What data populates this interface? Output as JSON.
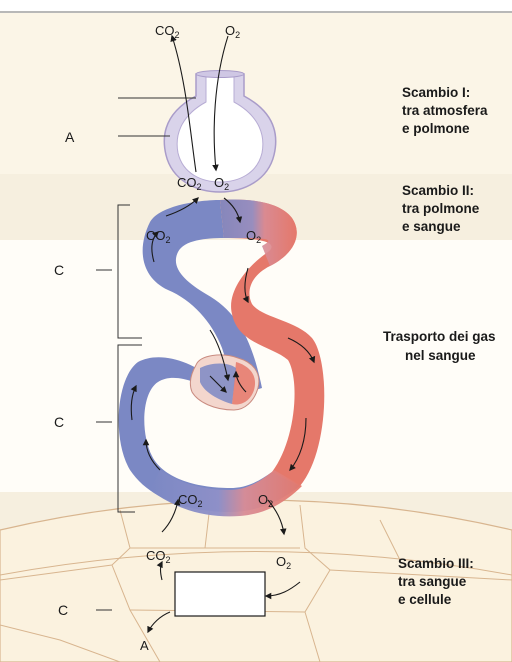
{
  "labels": {
    "left_a_top": "A",
    "left_c_upper": "C",
    "left_c_lower": "C",
    "left_c_bottom": "C",
    "bottom_a": "A"
  },
  "gases": {
    "co2_main": "CO",
    "co2_sub": "2",
    "o2_main": "O",
    "o2_sub": "2"
  },
  "sections": {
    "exchange1": [
      "Scambio I:",
      "tra atmosfera",
      "e polmone"
    ],
    "exchange2": [
      "Scambio II:",
      "tra polmone",
      "e sangue"
    ],
    "transport": [
      "Trasporto dei gas",
      "nel sangue"
    ],
    "exchange3": [
      "Scambio III:",
      "tra sangue",
      "e cellule"
    ]
  },
  "colors": {
    "band_cream": "#f6efdf",
    "band_light": "#fffdf8",
    "venous_blue": "#7b88c4",
    "arterial_red": "#e5786a",
    "lung_lavender": "#d9d3ea"
  }
}
